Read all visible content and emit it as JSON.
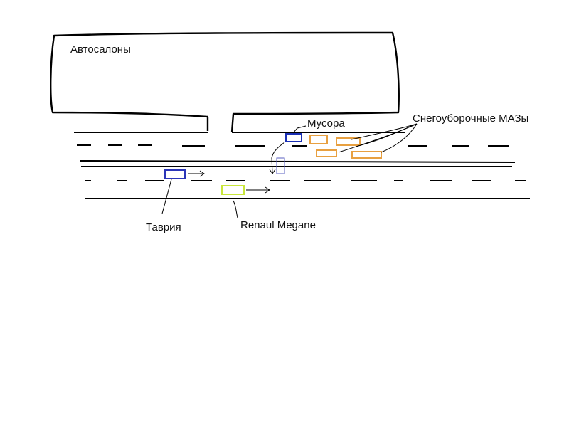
{
  "labels": {
    "building": "Автосалоны",
    "police": "Мусора",
    "snowplows": "Снегоуборочные МАЗы",
    "tavria": "Таврия",
    "renault": "Renaul Megane"
  },
  "colors": {
    "ink": "#000000",
    "police_car": "#1a2fb5",
    "police_car_moved": "#5a5fc0",
    "snowplow": "#e8a040",
    "tavria": "#2b35b8",
    "renault": "#c9e63a"
  },
  "arrows": {
    "tavria_direction": "right",
    "renault_direction": "right",
    "police_direction": "down"
  }
}
